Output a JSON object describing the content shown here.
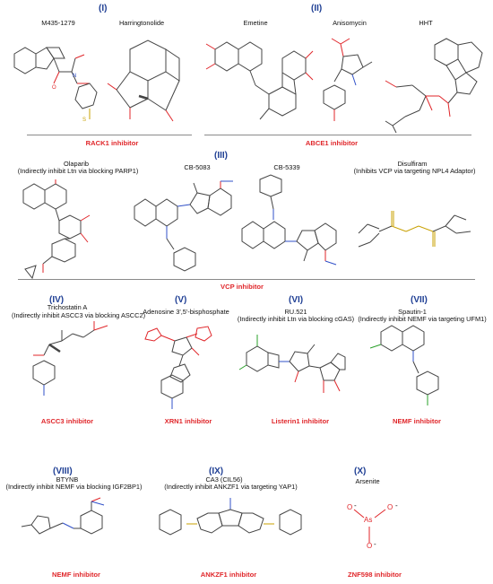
{
  "sections": {
    "I": "(I)",
    "II": "(II)",
    "III": "(III)",
    "IV": "(IV)",
    "V": "(V)",
    "VI": "(VI)",
    "VII": "(VII)",
    "VIII": "(VIII)",
    "IX": "(IX)",
    "X": "(X)"
  },
  "compounds": {
    "m435": "M435-1279",
    "harringtonolide": "Harringtonolide",
    "emetine": "Emetine",
    "anisomycin": "Anisomycin",
    "hht": "HHT",
    "olaparib": "Olaparib",
    "olaparib_note": "(Indirectly inhibit Ltn via blocking PARP1)",
    "cb5083": "CB-5083",
    "cb5339": "CB-5339",
    "disulfiram": "Disulfiram",
    "disulfiram_note": "(Inhibits VCP via targeting NPL4 Adaptor)",
    "trichostatin": "Trichostatin A",
    "trichostatin_note": "(Indirectly inhibit ASCC3 via blocking ASCC2)",
    "adenosine": "Adenosine 3',5'-bisphosphate",
    "ru521": "RU.521",
    "ru521_note": "(Indirectly inhibit Ltn via blocking cGAS)",
    "spautin": "Spautin-1",
    "spautin_note": "(Indirectly inhibit NEMF via targeting UFM1)",
    "btynb": "BTYNB",
    "btynb_note": "(Indirectly inhibit NEMF via blocking IGF2BP1)",
    "ca3": "CA3 (CIL56)",
    "ca3_note": "(Indirectly inhibit ANKZF1 via targeting YAP1)",
    "arsenite": "Arsenite"
  },
  "inhibitors": {
    "rack1": "RACK1 inhibitor",
    "abce1": "ABCE1 inhibitor",
    "vcp": "VCP inhibitor",
    "ascc3": "ASCC3 inhibitor",
    "xrn1": "XRN1 inhibitor",
    "listerin1": "Listerin1 inhibitor",
    "nemf1": "NEMF inhibitor",
    "nemf2": "NEMF inhibitor",
    "ankzf1": "ANKZF1 inhibitor",
    "znf598": "ZNF598 inhibitor"
  },
  "arsenite_atoms": {
    "as": "As",
    "o1": "O",
    "o2": "O",
    "o3": "O",
    "minus": "-"
  },
  "colors": {
    "section_label": "#1f3f94",
    "inhibitor_label": "#e0262a",
    "oxygen": "#e0262a",
    "nitrogen": "#3050c8",
    "sulfur": "#c8a000",
    "chlorine": "#2aa02a",
    "bond": "#444444"
  }
}
